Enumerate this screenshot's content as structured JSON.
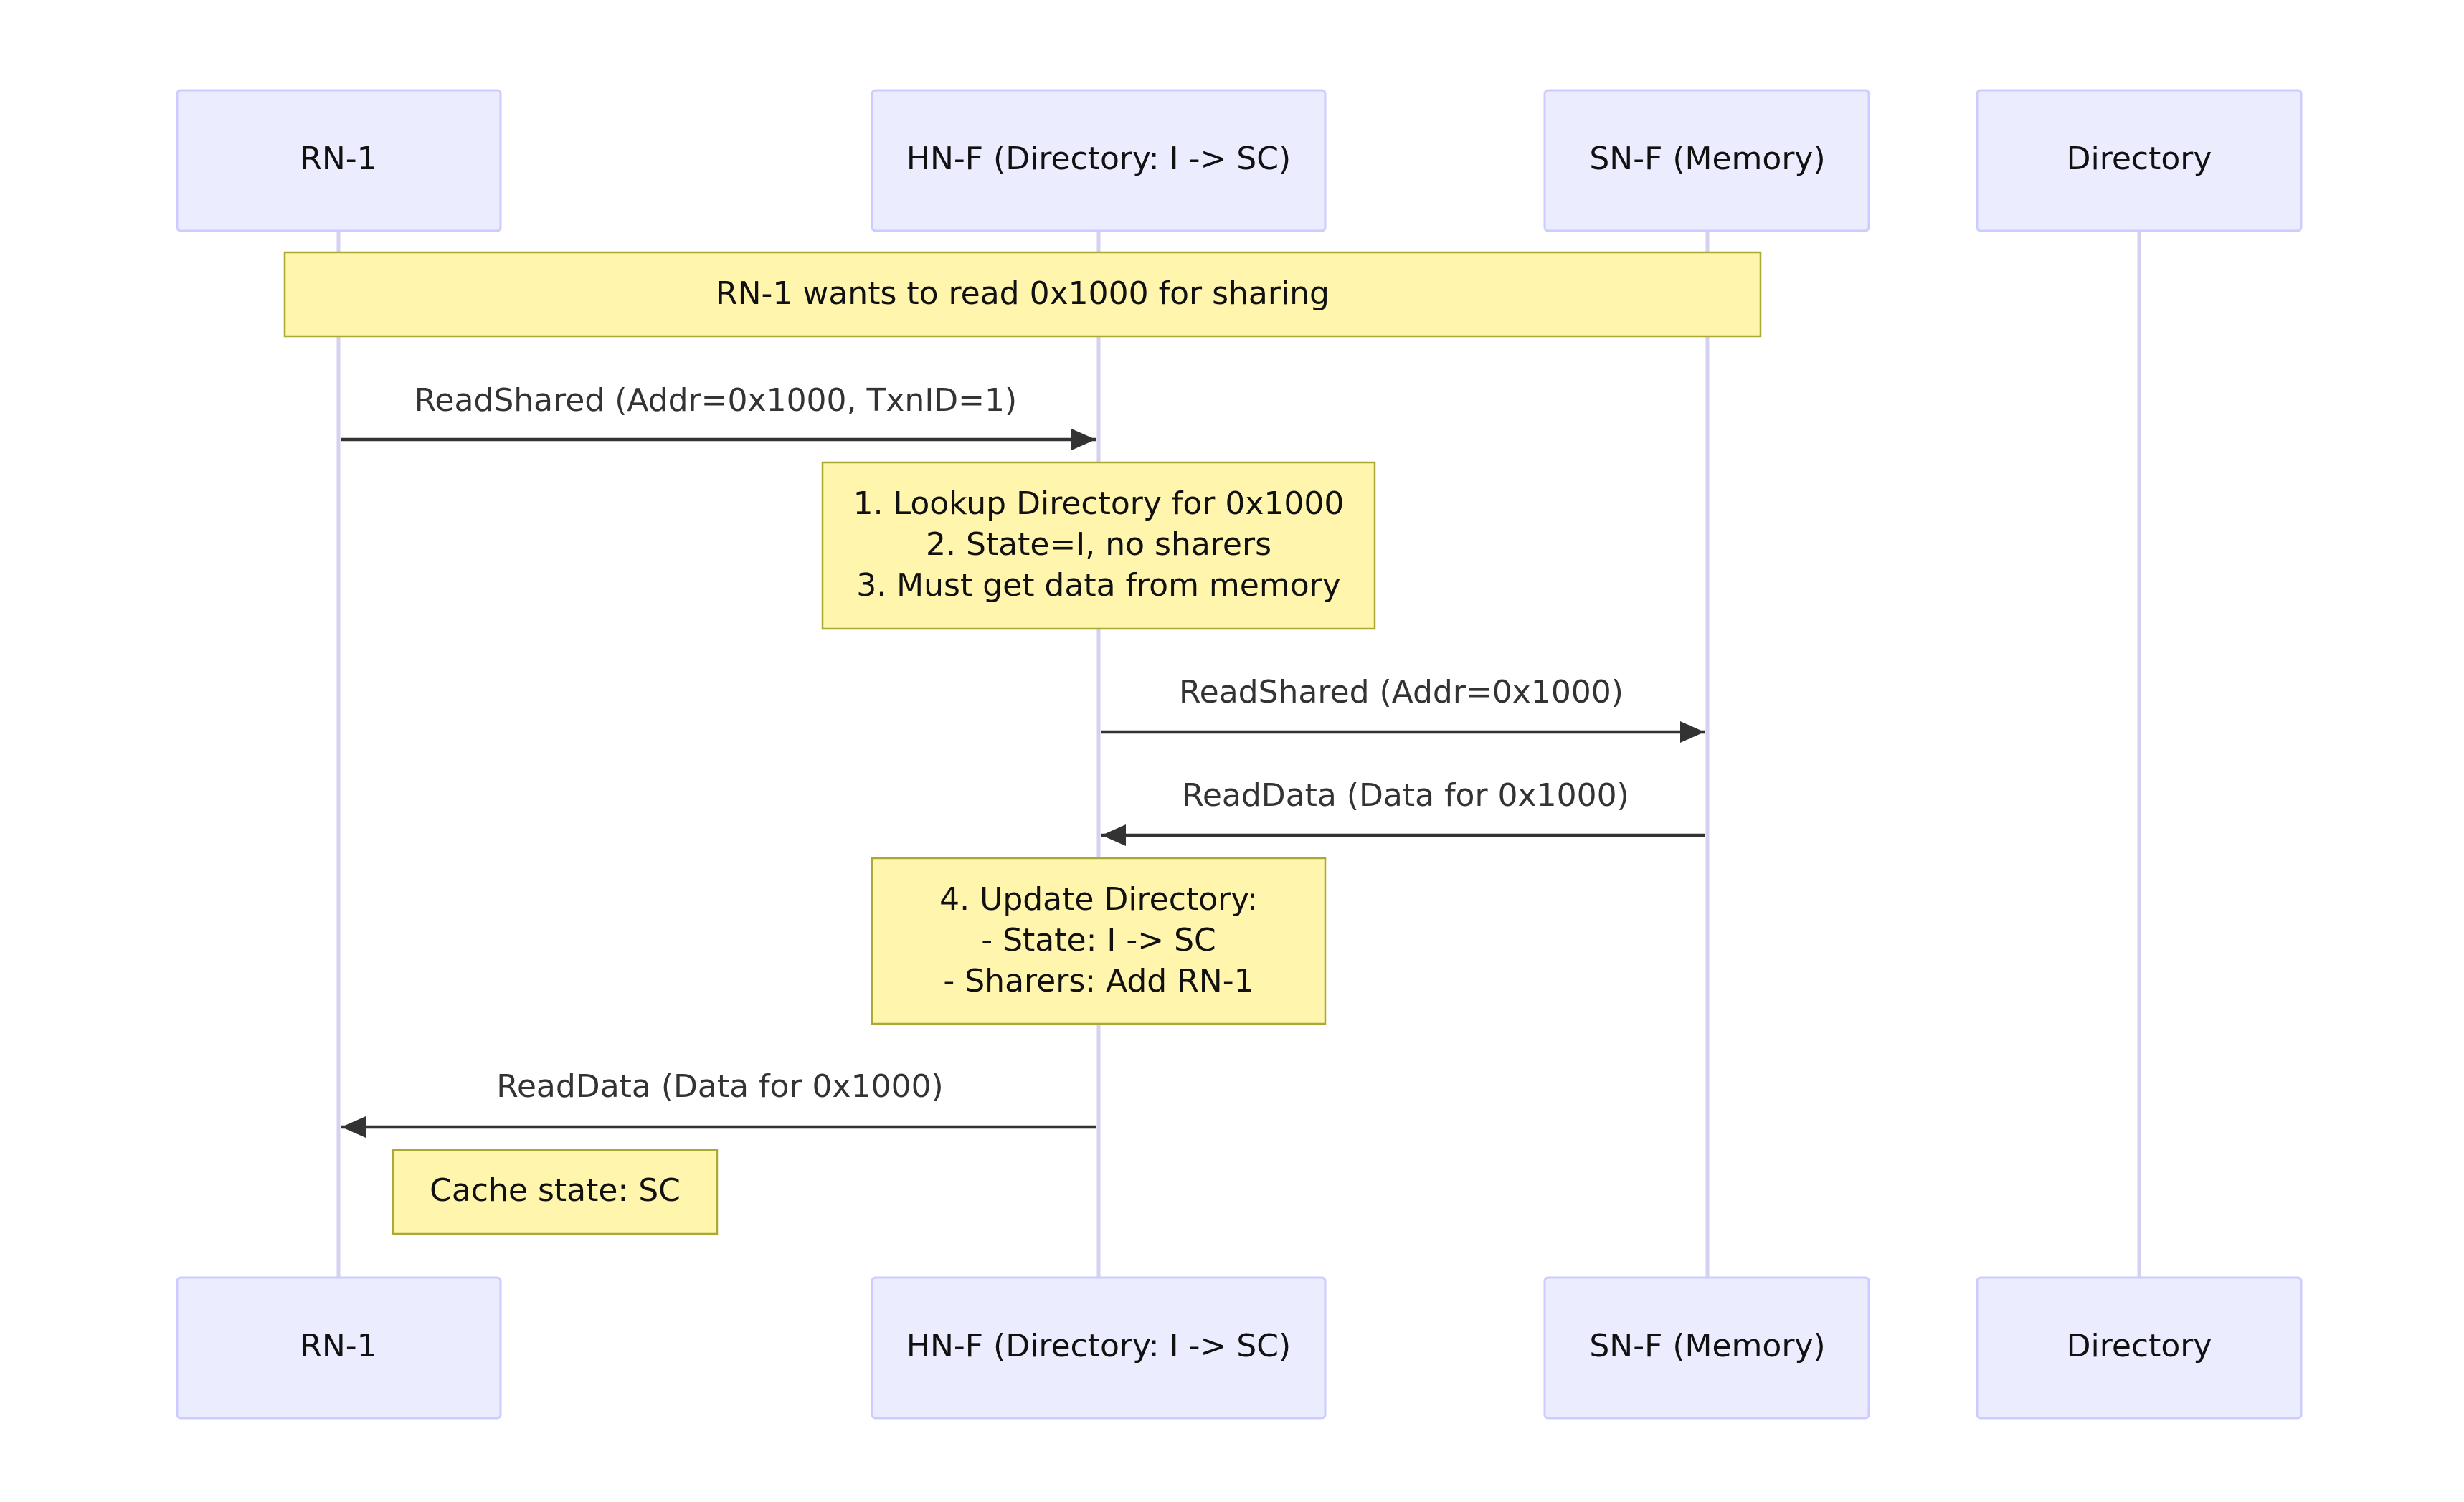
{
  "colors": {
    "actor_fill": "#ECECFF",
    "actor_border": "#CCCCFF",
    "lifeline": "#D4D2F0",
    "note_fill": "#FFF5AD",
    "note_border": "#AAAA33",
    "arrow": "#333333"
  },
  "participants": [
    {
      "id": "rn1",
      "label": "RN-1"
    },
    {
      "id": "hnf",
      "label": "HN-F (Directory: I -> SC)"
    },
    {
      "id": "snf",
      "label": "SN-F (Memory)"
    },
    {
      "id": "dir",
      "label": "Directory"
    }
  ],
  "notes": [
    {
      "id": "note-intent",
      "lines": [
        "RN-1 wants to read 0x1000 for sharing"
      ]
    },
    {
      "id": "note-lookup",
      "lines": [
        "1. Lookup Directory for 0x1000",
        "2. State=I, no sharers",
        "3. Must get data from memory"
      ]
    },
    {
      "id": "note-update",
      "lines": [
        "4. Update Directory:",
        "- State: I -> SC",
        "- Sharers: Add RN-1"
      ]
    },
    {
      "id": "note-cache",
      "lines": [
        "Cache state: SC"
      ]
    }
  ],
  "messages": [
    {
      "id": "msg-readshared-1",
      "from": "rn1",
      "to": "hnf",
      "label": "ReadShared (Addr=0x1000, TxnID=1)"
    },
    {
      "id": "msg-readshared-2",
      "from": "hnf",
      "to": "snf",
      "label": "ReadShared (Addr=0x1000)"
    },
    {
      "id": "msg-readdata-1",
      "from": "snf",
      "to": "hnf",
      "label": "ReadData (Data for 0x1000)"
    },
    {
      "id": "msg-readdata-2",
      "from": "hnf",
      "to": "rn1",
      "label": "ReadData (Data for 0x1000)"
    }
  ]
}
